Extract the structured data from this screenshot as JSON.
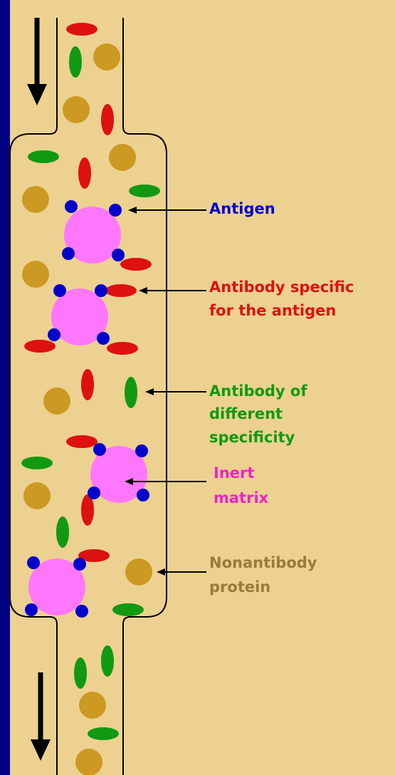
{
  "colors": {
    "background": "#000080",
    "panel": "#ECD190",
    "antigen": "#0000CC",
    "antibody_specific": "#DD1111",
    "antibody_other": "#119911",
    "matrix": "#FF77FF",
    "nonantibody_protein": "#CC9922",
    "outline": "#000000"
  },
  "labels": {
    "antigen": "Antigen",
    "antibody_specific_1": "Antibody specific",
    "antibody_specific_2": "for the antigen",
    "antibody_other_1": "Antibody of",
    "antibody_other_2": "different",
    "antibody_other_3": "specificity",
    "matrix_1": "Inert",
    "matrix_2": "matrix",
    "protein_1": "Nonantibody",
    "protein_2": "protein"
  },
  "flow_direction": "downward"
}
